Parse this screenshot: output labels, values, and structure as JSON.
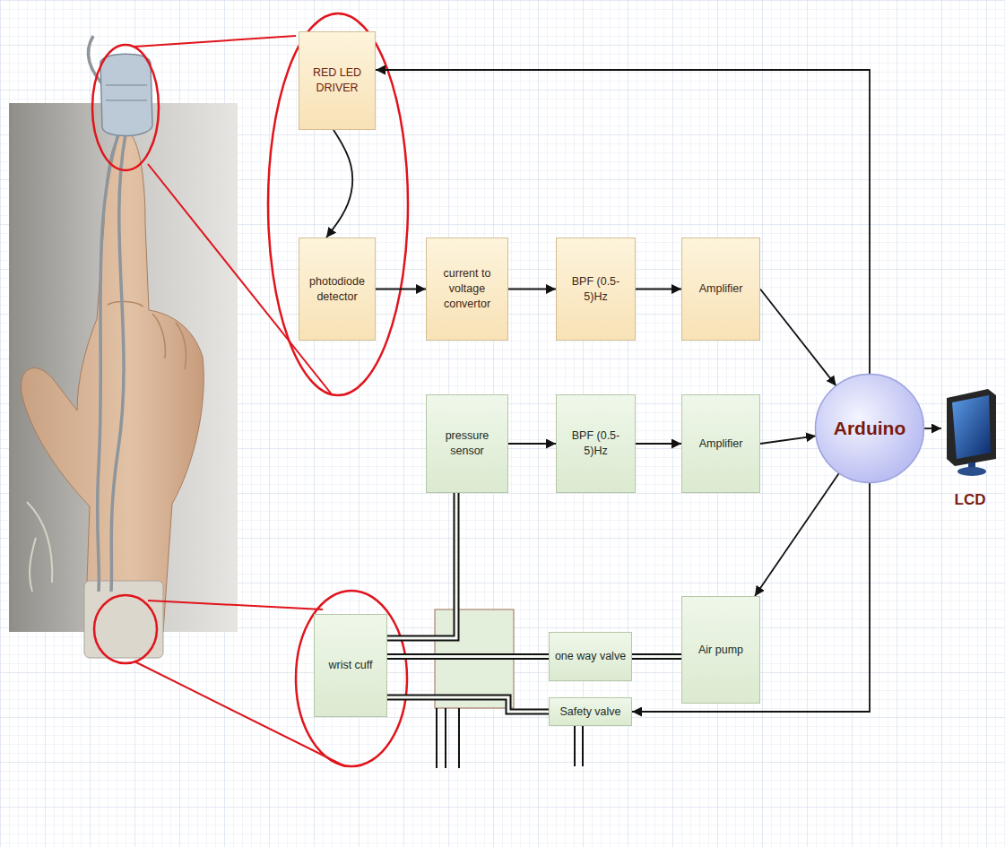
{
  "diagram": {
    "nodes": [
      {
        "text": [
          "RED LED DRIVER"
        ]
      },
      {
        "text": [
          "photodiode detector"
        ]
      },
      {
        "text": [
          "current to voltage convertor"
        ]
      },
      {
        "text": [
          "BPF (0.5-5)Hz"
        ]
      },
      {
        "text": [
          "Amplifier"
        ]
      },
      {
        "text": [
          "Arduino"
        ]
      },
      {
        "text": [
          "LCD"
        ]
      },
      {
        "text": [
          "pressure sensor"
        ]
      },
      {
        "text": [
          "BPF (0.5-5)Hz"
        ]
      },
      {
        "text": [
          "Amplifier"
        ]
      },
      {
        "text": [
          "wrist cuff"
        ]
      },
      {
        "text": [
          "one way valve"
        ]
      },
      {
        "text": [
          "Air pump"
        ]
      },
      {
        "text": [
          "Safety valve"
        ]
      }
    ],
    "edges": [
      {
        "from": 5,
        "to": 0,
        "arrow": "to"
      },
      {
        "from": 0,
        "to": 1,
        "arrow": "to"
      },
      {
        "from": 1,
        "to": 2,
        "arrow": "to"
      },
      {
        "from": 2,
        "to": 3,
        "arrow": "to"
      },
      {
        "from": 3,
        "to": 4,
        "arrow": "to"
      },
      {
        "from": 4,
        "to": 5,
        "arrow": "to"
      },
      {
        "from": 7,
        "to": 8,
        "arrow": "to"
      },
      {
        "from": 8,
        "to": 9,
        "arrow": "to"
      },
      {
        "from": 9,
        "to": 5,
        "arrow": "to"
      },
      {
        "from": 5,
        "to": 6,
        "arrow": "to"
      },
      {
        "from": 5,
        "to": 12,
        "arrow": "to"
      },
      {
        "from": 5,
        "to": 13,
        "arrow": "to"
      },
      {
        "from": 10,
        "to": 7,
        "arrow": "none"
      },
      {
        "from": 10,
        "to": 11,
        "arrow": "none"
      },
      {
        "from": 11,
        "to": 12,
        "arrow": "none"
      },
      {
        "from": 10,
        "to": 13,
        "arrow": "none"
      }
    ]
  }
}
